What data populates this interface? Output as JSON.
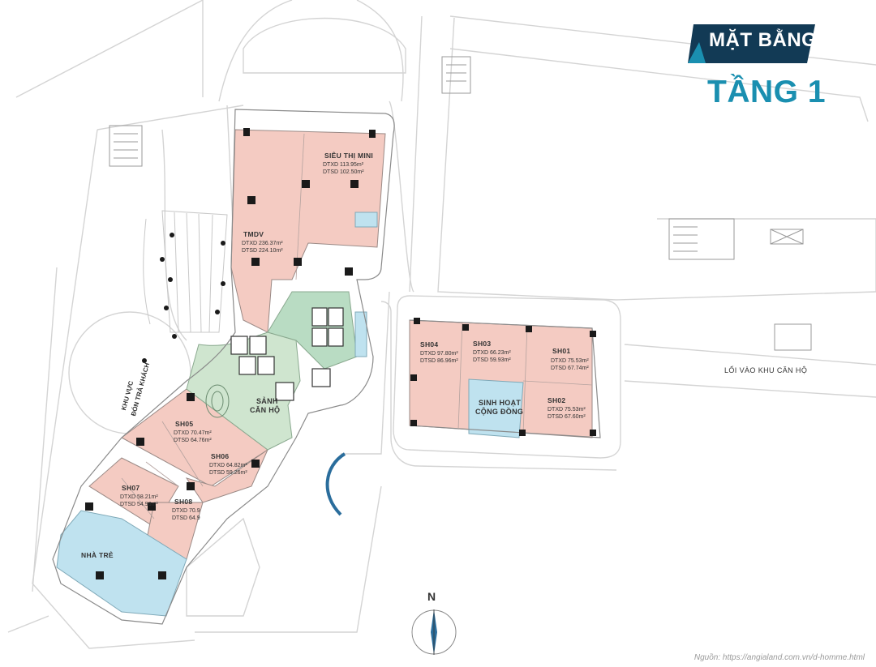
{
  "header": {
    "badge_label": "MẶT BẰNG",
    "floor_title": "TẦNG 1"
  },
  "colors": {
    "commercial": "#f4cbc2",
    "lobby": "#cfe5cf",
    "lobby_core": "#b9dcc3",
    "community": "#bfe2ef",
    "column": "#1a1a1a",
    "road_line": "#d4d4d4",
    "badge_dark": "#123a55",
    "badge_teal": "#1a8fb0"
  },
  "spaces": {
    "sieu_thi": {
      "name": "SIÊU THỊ MINI",
      "dtxd": "DTXD 113.95m²",
      "dtsd": "DTSD 102.50m²"
    },
    "tmdv": {
      "name": "TMDV",
      "dtxd": "DTXD 236.37m²",
      "dtsd": "DTSD 224.10m²"
    },
    "sanh": {
      "name_line1": "SẢNH",
      "name_line2": "CĂN HỘ"
    },
    "sh01": {
      "name": "SH01",
      "dtxd": "DTXD 75.53m²",
      "dtsd": "DTSD 67.74m²"
    },
    "sh02": {
      "name": "SH02",
      "dtxd": "DTXD 75.53m²",
      "dtsd": "DTSD 67.60m²"
    },
    "sh03": {
      "name": "SH03",
      "dtxd": "DTXD 66.23m²",
      "dtsd": "DTSD 59.93m²"
    },
    "sh04": {
      "name": "SH04",
      "dtxd": "DTXD 97.80m²",
      "dtsd": "DTSD 86.96m²"
    },
    "sh05": {
      "name": "SH05",
      "dtxd": "DTXD 70.47m²",
      "dtsd": "DTSD 64.76m²"
    },
    "sh06": {
      "name": "SH06",
      "dtxd": "DTXD 64.82m²",
      "dtsd": "DTSD 59.26m²"
    },
    "sh07": {
      "name": "SH07",
      "dtxd": "DTXD 58.21m²",
      "dtsd": "DTSD 54.96m²"
    },
    "sh08": {
      "name": "SH08",
      "dtxd": "DTXD 70.9",
      "dtsd": "DTSD 64.9"
    },
    "sinh_hoat": {
      "name_line1": "SINH HOẠT",
      "name_line2": "CỘNG ĐỒNG"
    },
    "nha_tre": {
      "name": "NHÀ TRẺ"
    }
  },
  "labels": {
    "entry": "LỐI VÀO KHU CĂN HỘ",
    "pickup_line1": "KHU VỰC",
    "pickup_line2": "ĐÓN TRẢ KHÁCH",
    "compass": "N"
  },
  "source_text": "Nguồn: https://angialand.com.vn/d-homme.html"
}
